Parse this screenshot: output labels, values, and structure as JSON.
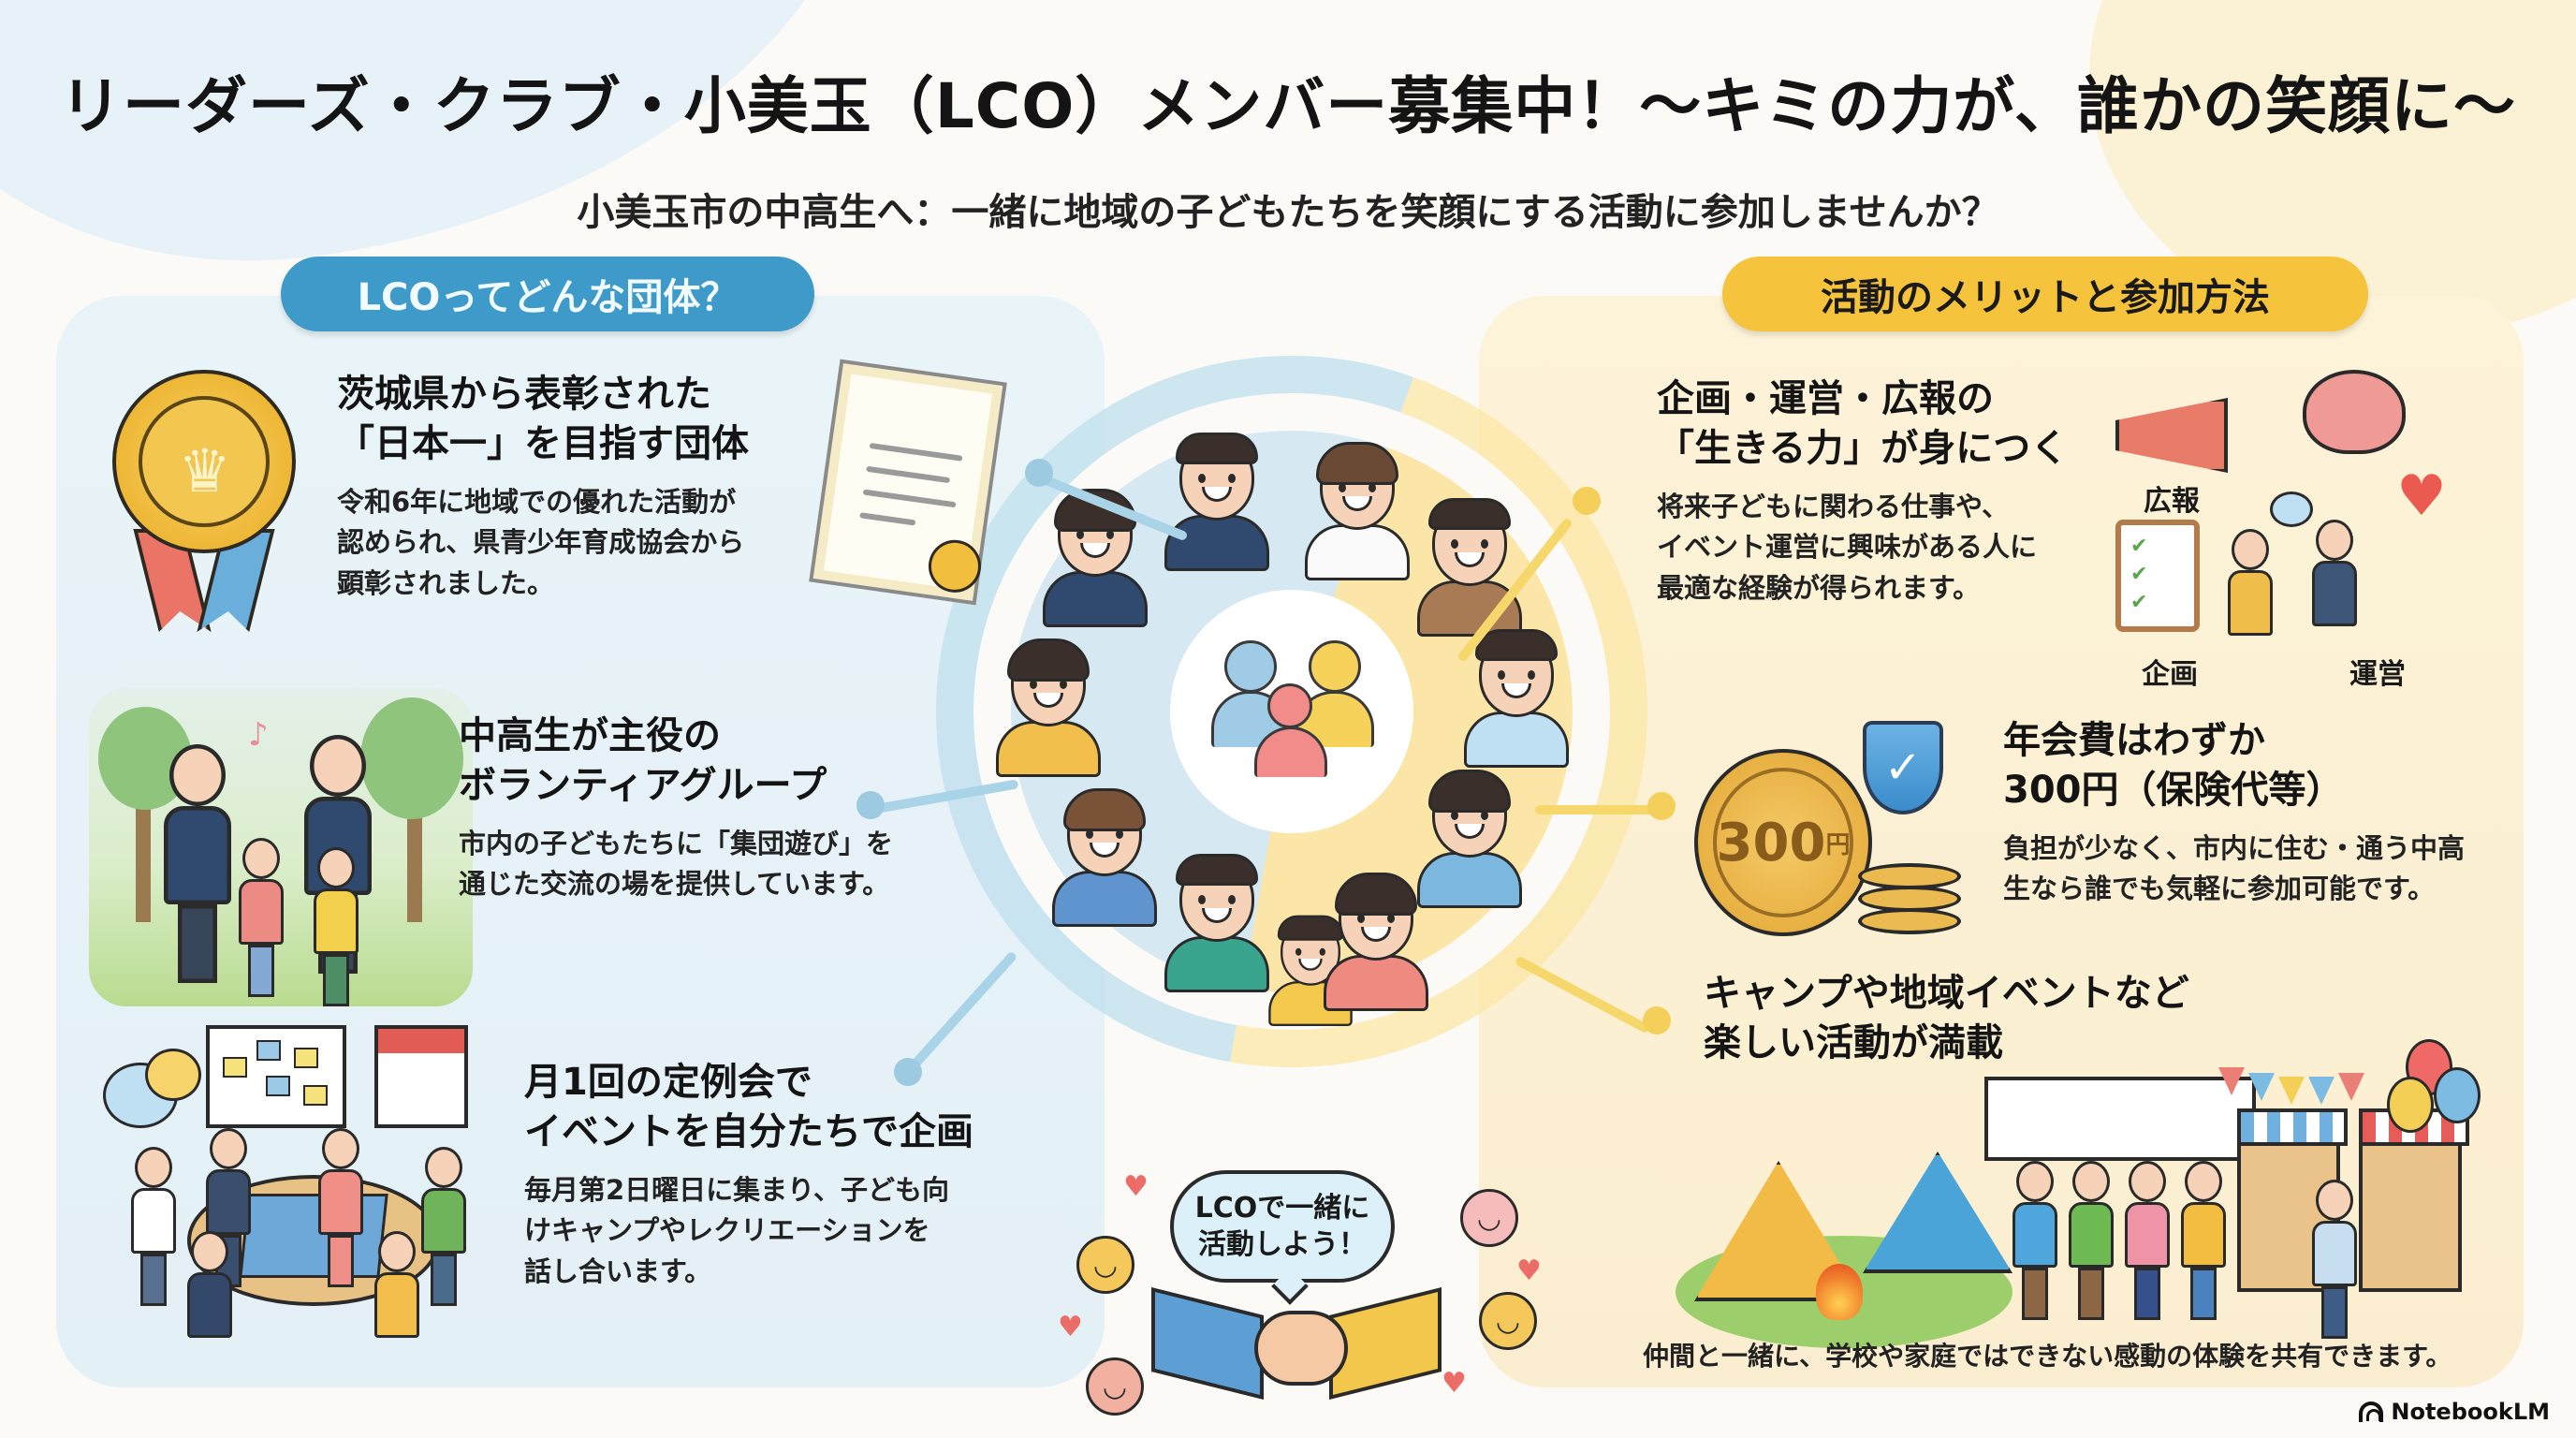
{
  "header": {
    "title": "リーダーズ・クラブ・小美玉（LCO）メンバー募集中！〜キミの力が、誰かの笑顔に〜",
    "subtitle": "小美玉市の中高生へ：一緒に地域の子どもたちを笑顔にする活動に参加しませんか？"
  },
  "left_panel": {
    "badge": "LCOってどんな団体？",
    "color": "#3e9ac9",
    "items": [
      {
        "title_lines": [
          "茨城県から表彰された",
          "「日本一」を目指す団体"
        ],
        "body_lines": [
          "令和6年に地域での優れた活動が",
          "認められ、県青少年育成協会から",
          "顕彰されました。"
        ],
        "icons": [
          "gold-medal-icon",
          "certificate-icon"
        ]
      },
      {
        "title_lines": [
          "中高生が主役の",
          "ボランティアグループ"
        ],
        "body_lines": [
          "市内の子どもたちに「集団遊び」を",
          "通じた交流の場を提供しています。"
        ],
        "icons": [
          "students-playing-illustration"
        ]
      },
      {
        "title_lines": [
          "月1回の定例会で",
          "イベントを自分たちで企画"
        ],
        "body_lines": [
          "毎月第2日曜日に集まり、子ども向",
          "けキャンプやレクリエーションを",
          "話し合います。"
        ],
        "icons": [
          "meeting-illustration",
          "calendar-icon",
          "whiteboard-icon"
        ]
      }
    ]
  },
  "right_panel": {
    "badge": "活動のメリットと参加方法",
    "color": "#f5c33c",
    "items": [
      {
        "title_lines": [
          "企画・運営・広報の",
          "「生きる力」が身につく"
        ],
        "body_lines": [
          "将来子どもに関わる仕事や、",
          "イベント運営に興味がある人に",
          "最適な経験が得られます。"
        ],
        "icon_labels": {
          "pr": "広報",
          "planning": "企画",
          "operation": "運営"
        }
      },
      {
        "title_lines": [
          "年会費はわずか",
          "300円（保険代等）"
        ],
        "body_lines": [
          "負担が少なく、市内に住む・通う中高",
          "生なら誰でも気軽に参加可能です。"
        ],
        "coin_amount": "300",
        "coin_unit": "円"
      },
      {
        "title_lines": [
          "キャンプや地域イベントなど",
          "楽しい活動が満載"
        ],
        "caption": "仲間と一緒に、学校や家庭ではできない感動の体験を共有できます。"
      }
    ]
  },
  "center": {
    "speech_bubble_lines": [
      "LCOで一緒に",
      "活動しよう！"
    ]
  },
  "colors": {
    "blue_accent": "#3e9ac9",
    "yellow_accent": "#f5c33c",
    "left_panel_bg": "#e6f2f7",
    "right_panel_bg": "#fcf1d5"
  },
  "branding": {
    "label": "NotebookLM"
  }
}
